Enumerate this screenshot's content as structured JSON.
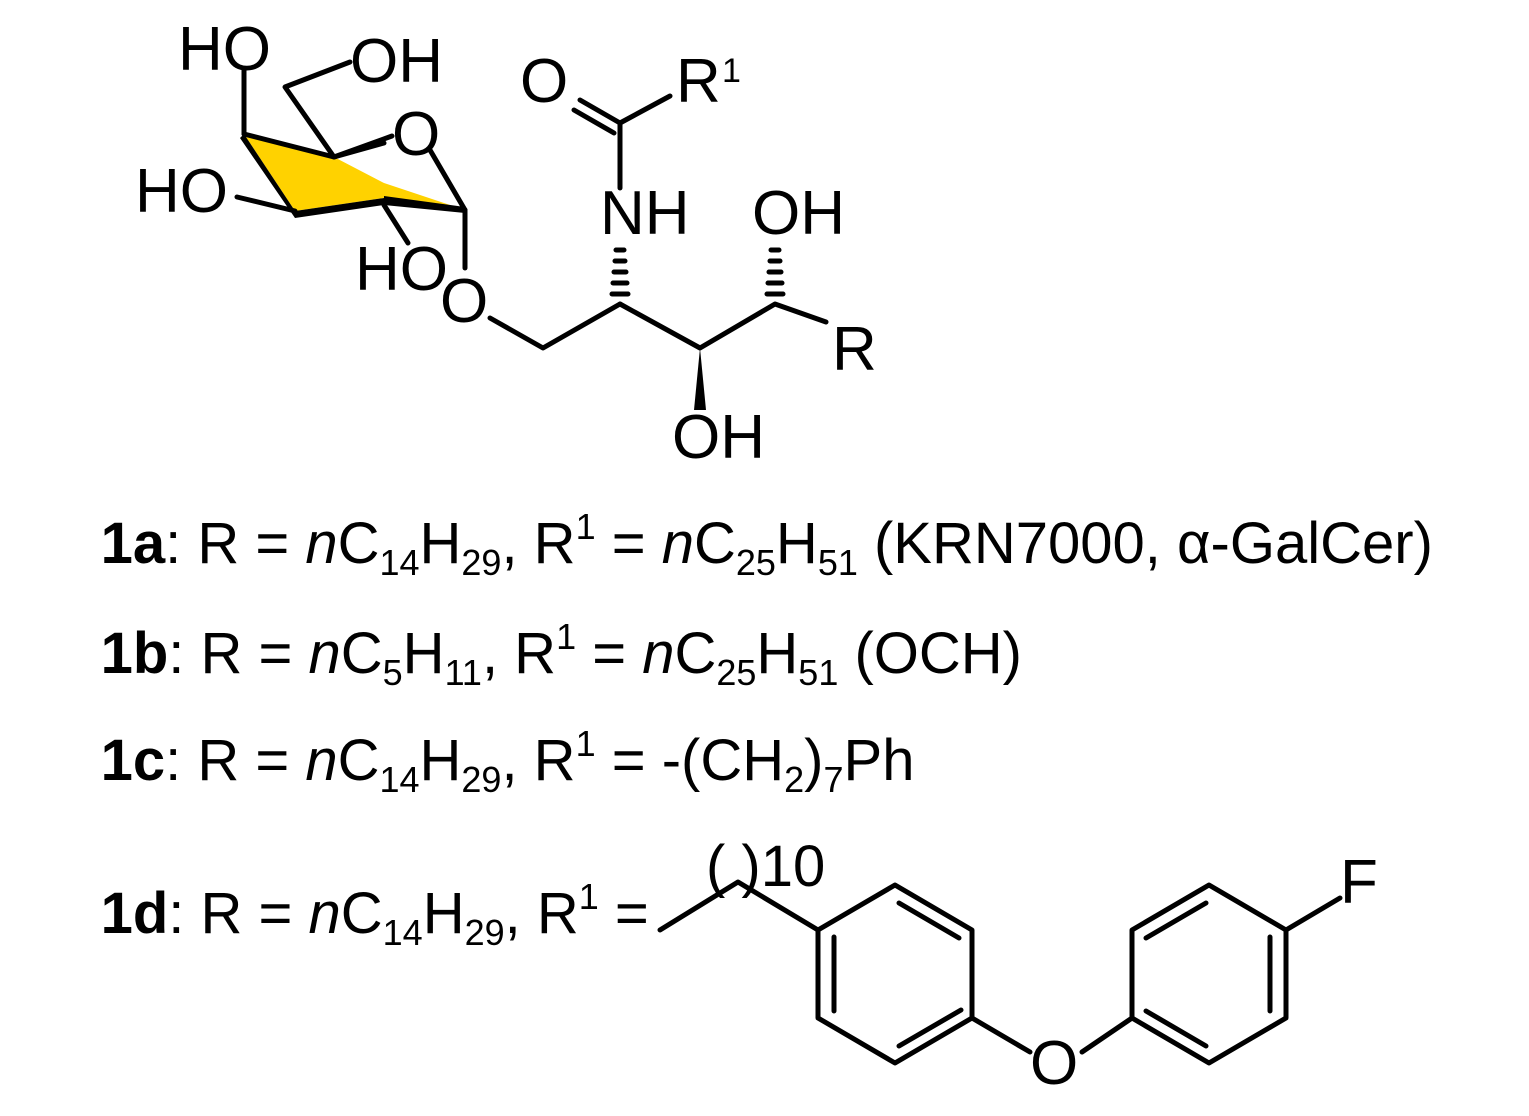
{
  "colors": {
    "ring_highlight": "#FFD200",
    "ink": "#000000",
    "background": "#FFFFFF"
  },
  "structure": {
    "labels": {
      "ho_top_left": "HO",
      "oh_top": "OH",
      "ring_o": "O",
      "ho_mid": "HO",
      "ho_lower": "HO",
      "glycosidic_o": "O",
      "carbonyl_o": "O",
      "r1_letter": "R",
      "r1_sup": "1",
      "nh": "NH",
      "oh_right": "OH",
      "r_label": "R",
      "oh_bottom": "OH"
    }
  },
  "compounds": [
    {
      "id": "1a",
      "sep": ": R = ",
      "r_n": "n",
      "r_c": "C",
      "r_csub": "14",
      "r_h": "H",
      "r_hsub": "29",
      "r1_pre": ", R",
      "r1_sup": "1",
      "eq": " = ",
      "r1_n": "n",
      "r1_c": "C",
      "r1_csub": "25",
      "r1_h": "H",
      "r1_hsub": "51",
      "note_pre": " (KRN7000, ",
      "alpha": "α",
      "note_post": "-GalCer)"
    },
    {
      "id": "1b",
      "sep": ": R = ",
      "r_n": "n",
      "r_c": "C",
      "r_csub": "5",
      "r_h": "H",
      "r_hsub": "11",
      "r1_pre": ", R",
      "r1_sup": "1",
      "eq": " = ",
      "r1_n": "n",
      "r1_c": "C",
      "r1_csub": "25",
      "r1_h": "H",
      "r1_hsub": "51",
      "note": " (OCH)"
    },
    {
      "id": "1c",
      "sep": ": R = ",
      "r_n": "n",
      "r_c": "C",
      "r_csub": "14",
      "r_h": "H",
      "r_hsub": "29",
      "r1_pre": ", R",
      "r1_sup": "1",
      "eq": " = ",
      "r1_text_a": "-(CH",
      "r1_sub_a": "2",
      "r1_text_b": ")",
      "r1_sub_b": "7",
      "r1_text_c": "Ph"
    },
    {
      "id": "1d",
      "sep": ": R = ",
      "r_n": "n",
      "r_c": "C",
      "r_csub": "14",
      "r_h": "H",
      "r_hsub": "29",
      "r1_pre": ", R",
      "r1_sup": "1",
      "eq": " =",
      "chain_label": "( )10",
      "ether_o": "O",
      "fluoro": "F"
    }
  ]
}
